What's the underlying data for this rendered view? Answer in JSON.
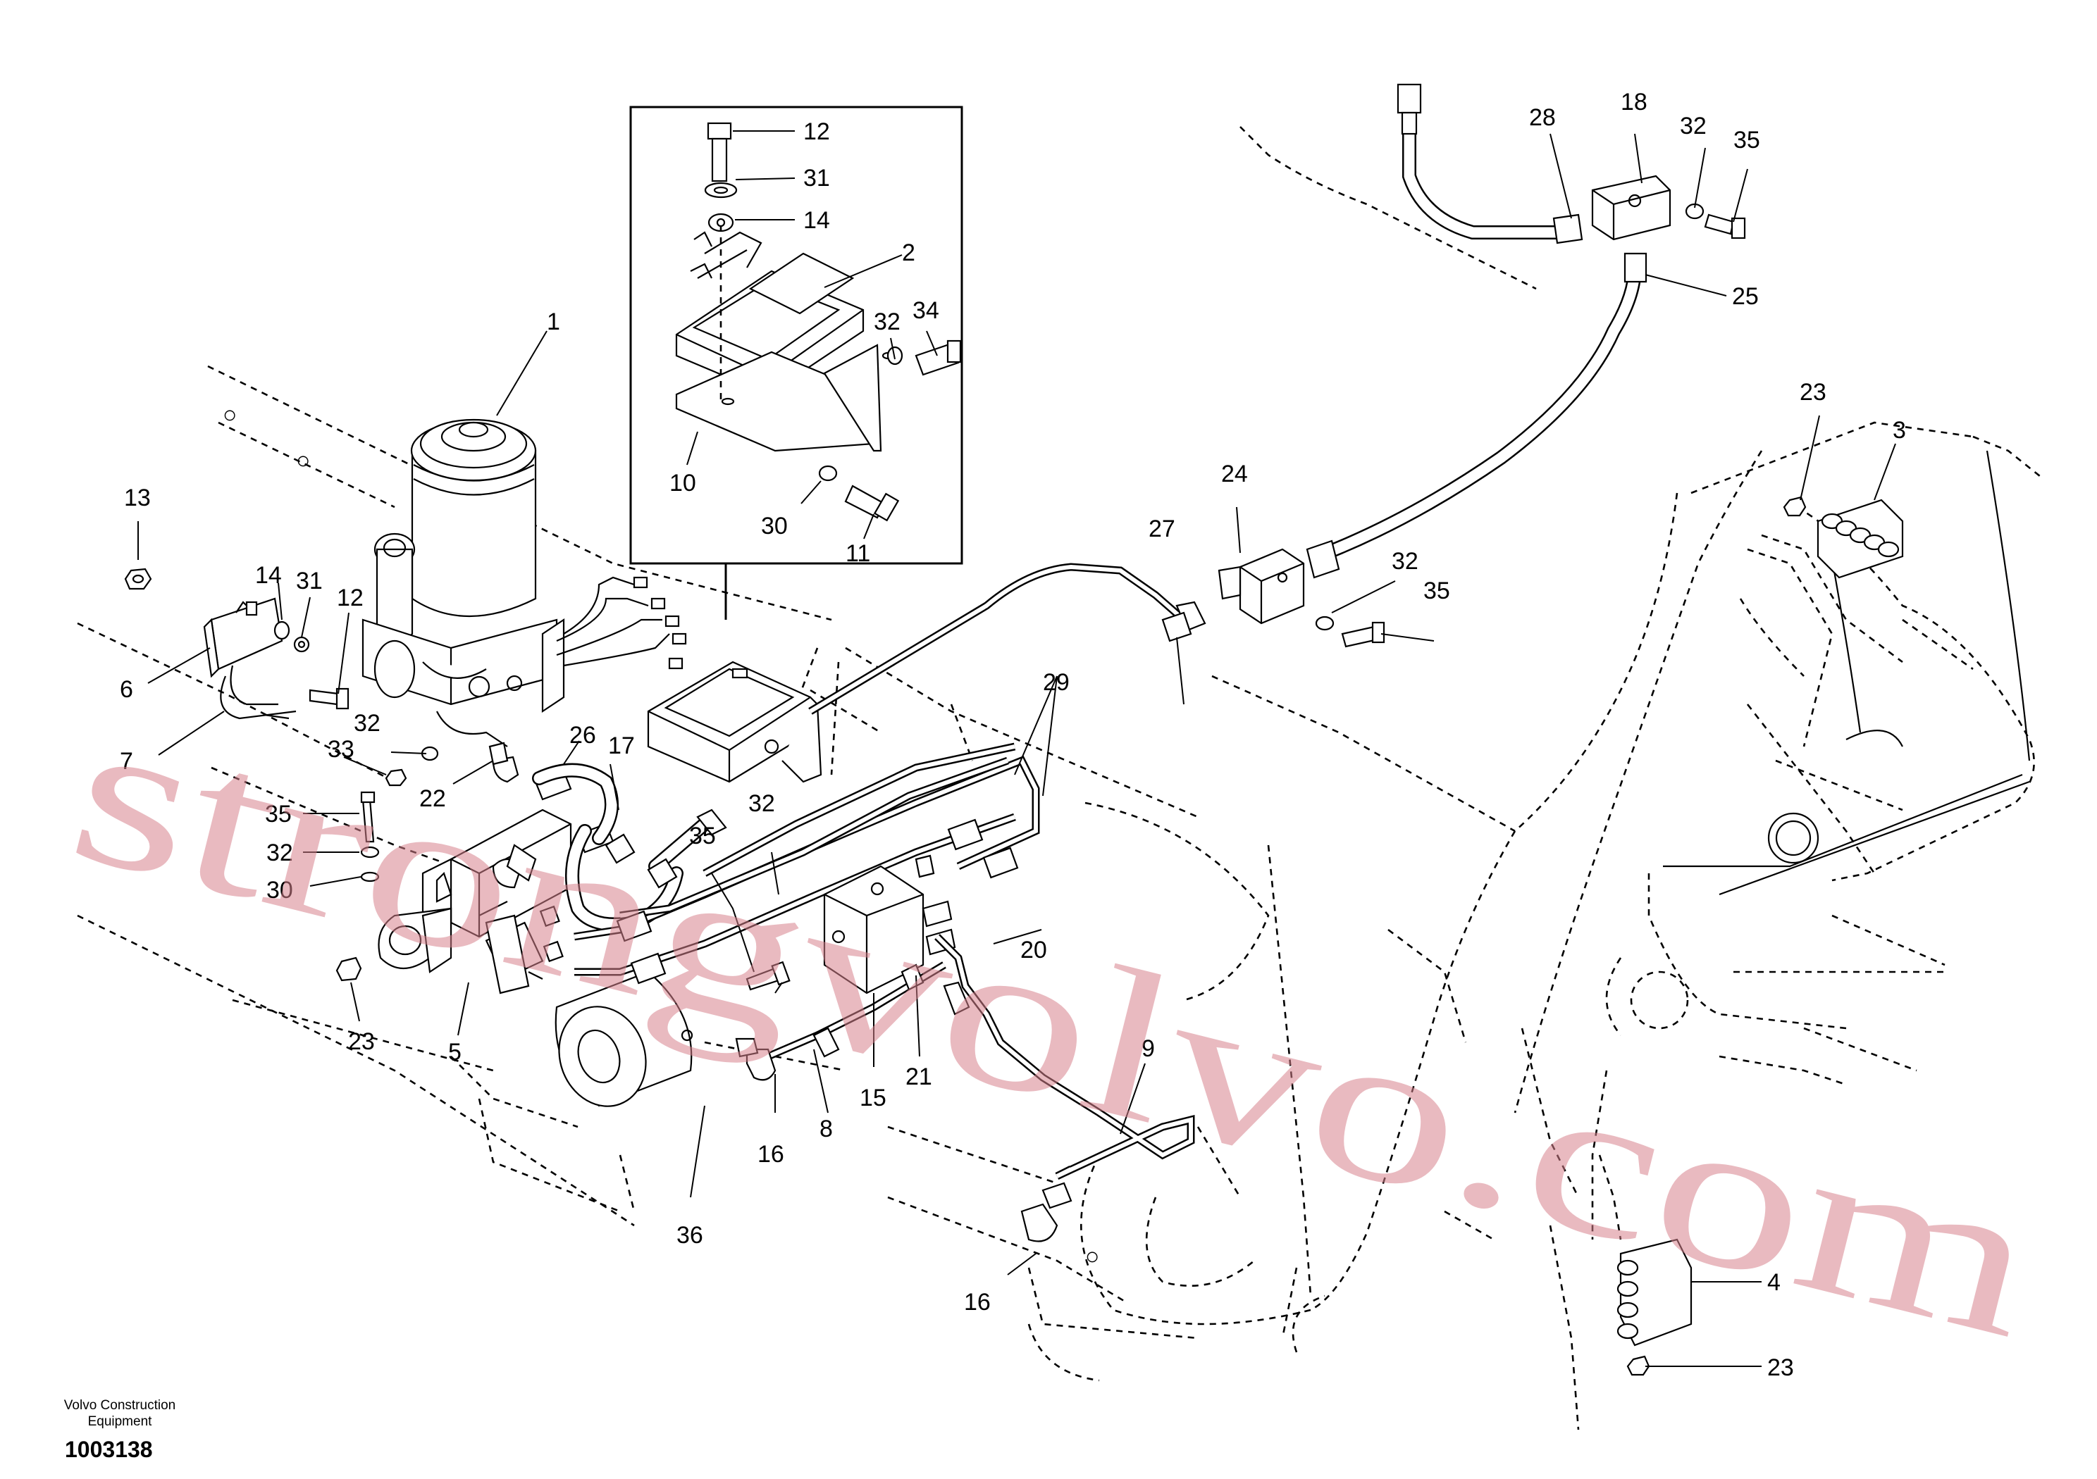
{
  "footer": {
    "company_line1": "Volvo Construction",
    "company_line2": "Equipment",
    "drawing_number": "1003138"
  },
  "watermark": {
    "text": "strongvolvo.com",
    "color": "#d7828c"
  },
  "callouts": [
    {
      "id": "c1",
      "label": "1"
    },
    {
      "id": "c2",
      "label": "2"
    },
    {
      "id": "c3",
      "label": "3"
    },
    {
      "id": "c4",
      "label": "4"
    },
    {
      "id": "c5",
      "label": "5"
    },
    {
      "id": "c6",
      "label": "6"
    },
    {
      "id": "c7",
      "label": "7"
    },
    {
      "id": "c8",
      "label": "8"
    },
    {
      "id": "c9",
      "label": "9"
    },
    {
      "id": "c10",
      "label": "10"
    },
    {
      "id": "c11",
      "label": "11"
    },
    {
      "id": "c12a",
      "label": "12"
    },
    {
      "id": "c12b",
      "label": "12"
    },
    {
      "id": "c13",
      "label": "13"
    },
    {
      "id": "c14a",
      "label": "14"
    },
    {
      "id": "c14b",
      "label": "14"
    },
    {
      "id": "c15",
      "label": "15"
    },
    {
      "id": "c16a",
      "label": "16"
    },
    {
      "id": "c16b",
      "label": "16"
    },
    {
      "id": "c17",
      "label": "17"
    },
    {
      "id": "c18",
      "label": "18"
    },
    {
      "id": "c20",
      "label": "20"
    },
    {
      "id": "c21",
      "label": "21"
    },
    {
      "id": "c22",
      "label": "22"
    },
    {
      "id": "c23a",
      "label": "23"
    },
    {
      "id": "c23b",
      "label": "23"
    },
    {
      "id": "c23c",
      "label": "23"
    },
    {
      "id": "c24",
      "label": "24"
    },
    {
      "id": "c25",
      "label": "25"
    },
    {
      "id": "c26",
      "label": "26"
    },
    {
      "id": "c27",
      "label": "27"
    },
    {
      "id": "c28",
      "label": "28"
    },
    {
      "id": "c29",
      "label": "29"
    },
    {
      "id": "c30a",
      "label": "30"
    },
    {
      "id": "c30b",
      "label": "30"
    },
    {
      "id": "c31a",
      "label": "31"
    },
    {
      "id": "c31b",
      "label": "31"
    },
    {
      "id": "c32a",
      "label": "32"
    },
    {
      "id": "c32b",
      "label": "32"
    },
    {
      "id": "c32c",
      "label": "32"
    },
    {
      "id": "c32d",
      "label": "32"
    },
    {
      "id": "c32e",
      "label": "32"
    },
    {
      "id": "c32f",
      "label": "32"
    },
    {
      "id": "c32g",
      "label": "32"
    },
    {
      "id": "c33",
      "label": "33"
    },
    {
      "id": "c34",
      "label": "34"
    },
    {
      "id": "c35a",
      "label": "35"
    },
    {
      "id": "c35b",
      "label": "35"
    },
    {
      "id": "c35c",
      "label": "35"
    },
    {
      "id": "c35d",
      "label": "35"
    },
    {
      "id": "c36",
      "label": "36"
    }
  ]
}
